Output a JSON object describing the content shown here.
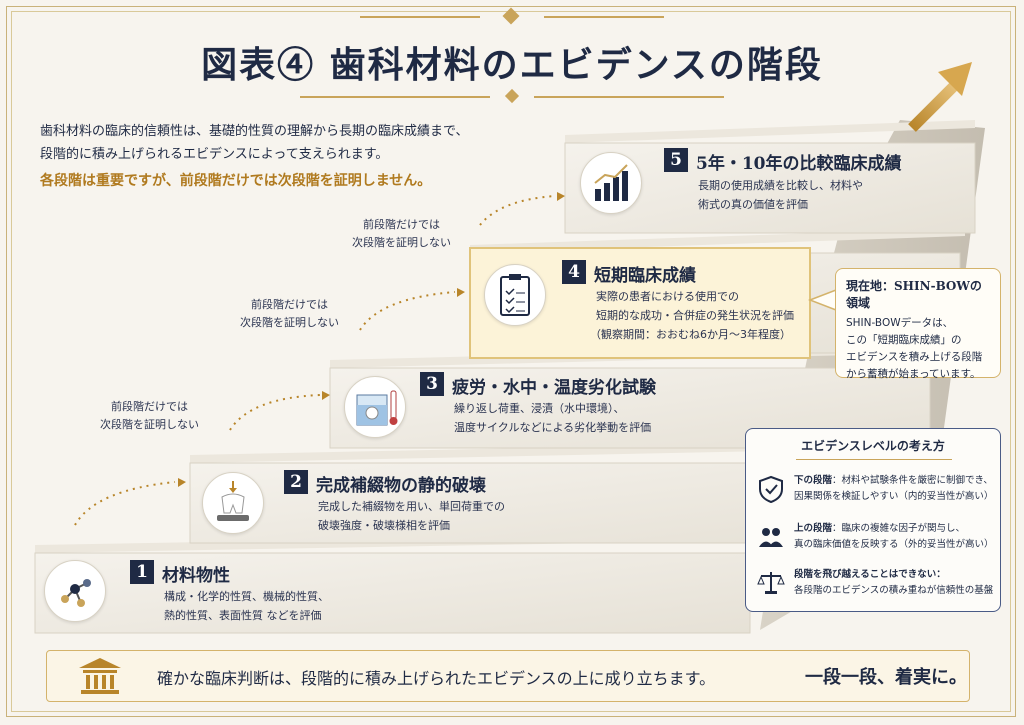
{
  "title": "図表④  歯科材料のエビデンスの階段",
  "intro": {
    "line1": "歯科材料の臨床的信頼性は、基礎的性質の理解から長期の臨床成績まで、",
    "line2": "段階的に積み上げられるエビデンスによって支えられます。",
    "emphasis": "各段階は重要ですが、前段階だけでは次段階を証明しません。"
  },
  "steps": [
    {
      "num": "1",
      "title": "材料物性",
      "desc1": "構成・化学的性質、機械的性質、",
      "desc2": "熱的性質、表面性質 などを評価",
      "icon": "molecule-icon"
    },
    {
      "num": "2",
      "title": "完成補綴物の静的破壊",
      "desc1": "完成した補綴物を用い、単回荷重での",
      "desc2": "破壊強度・破壊様相を評価",
      "icon": "crown-load-icon"
    },
    {
      "num": "3",
      "title": "疲労・水中・温度劣化試験",
      "desc1": "繰り返し荷重、浸漬（水中環境）、",
      "desc2": "温度サイクルなどによる劣化挙動を評価",
      "icon": "beaker-thermometer-icon"
    },
    {
      "num": "4",
      "title": "短期臨床成績",
      "desc1": "実際の患者における使用での",
      "desc2": "短期的な成功・合併症の発生状況を評価",
      "desc3": "（観察期間：おおむね6か月〜3年程度）",
      "icon": "clipboard-icon"
    },
    {
      "num": "5",
      "title": "5年・10年の比較臨床成績",
      "desc1": "長期の使用成績を比較し、材料や",
      "desc2": "術式の真の価値を評価",
      "icon": "bar-chart-icon"
    }
  ],
  "notes": {
    "line1": "前段階だけでは",
    "line2": "次段階を証明しない"
  },
  "current": {
    "head": "現在地：SHIN-BOWの領域",
    "l1": "SHIN-BOWデータは、",
    "l2": "この「短期臨床成績」の",
    "l3": "エビデンスを積み上げる段階",
    "l4": "から蓄積が始まっています。"
  },
  "level": {
    "head": "エビデンスレベルの考え方",
    "i1_label": "下の段階",
    "i1_a": "：材料や試験条件を厳密に制御でき、",
    "i1_b": "因果関係を検証しやすい（内的妥当性が高い）",
    "i2_label": "上の段階",
    "i2_a": "：臨床の複雑な因子が関与し、",
    "i2_b": "真の臨床価値を反映する（外的妥当性が高い）",
    "i3_label": "段階を飛び越えることはできない：",
    "i3_b": "各段階のエビデンスの積み重ねが信頼性の基盤"
  },
  "footer": {
    "text": "確かな臨床判断は、段階的に積み上げられたエビデンスの上に成り立ちます。",
    "emphasis": "一段一段、着実に。"
  },
  "colors": {
    "navy": "#1f2a44",
    "gold": "#c9a45a",
    "highlight": "#fbf1d2"
  }
}
